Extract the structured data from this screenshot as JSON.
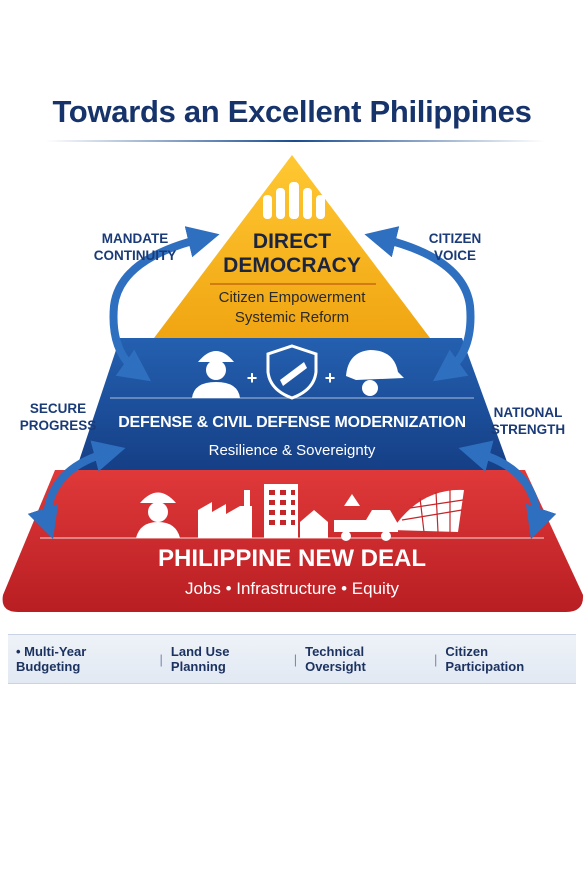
{
  "title": "Towards an Excellent Philippines",
  "tiers": {
    "top": {
      "heading_line1": "DIRECT",
      "heading_line2": "DEMOCRACY",
      "sub_line1": "Citizen Empowerment",
      "sub_line2": "Systemic Reform"
    },
    "middle": {
      "heading": "DEFENSE & CIVIL DEFENSE MODERNIZATION",
      "sub": "Resilience & Sovereignty",
      "plus": "+"
    },
    "bottom": {
      "heading": "PHILIPPINE NEW DEAL",
      "sub": "Jobs • Infrastructure • Equity"
    }
  },
  "side_labels": {
    "mandate_line1": "MANDATE",
    "mandate_line2": "CONTINUITY",
    "citizen_line1": "CITIZEN",
    "citizen_line2": "VOICE",
    "secure_line1": "SECURE",
    "secure_line2": "PROGRESS",
    "national_line1": "NATIONAL",
    "national_line2": "STRENGTH"
  },
  "footer_items": [
    "• Multi-Year Budgeting",
    "Land Use Planning",
    "Technical Oversight",
    "Citizen Participation"
  ],
  "footer_separator": "|",
  "colors": {
    "title": "#16346b",
    "top_tier": "#f5b21c",
    "middle_tier": "#1b4f9c",
    "bottom_tier": "#d12b2e",
    "arrow": "#2e6fc0"
  },
  "icons": {
    "top": "raised-hands-icon",
    "middle": [
      "soldier-icon",
      "shield-icon",
      "firefighter-helmet-icon"
    ],
    "bottom": [
      "worker-icon",
      "factory-icon",
      "building-icon",
      "house-icon",
      "vehicle-icon",
      "solar-panel-icon"
    ]
  }
}
